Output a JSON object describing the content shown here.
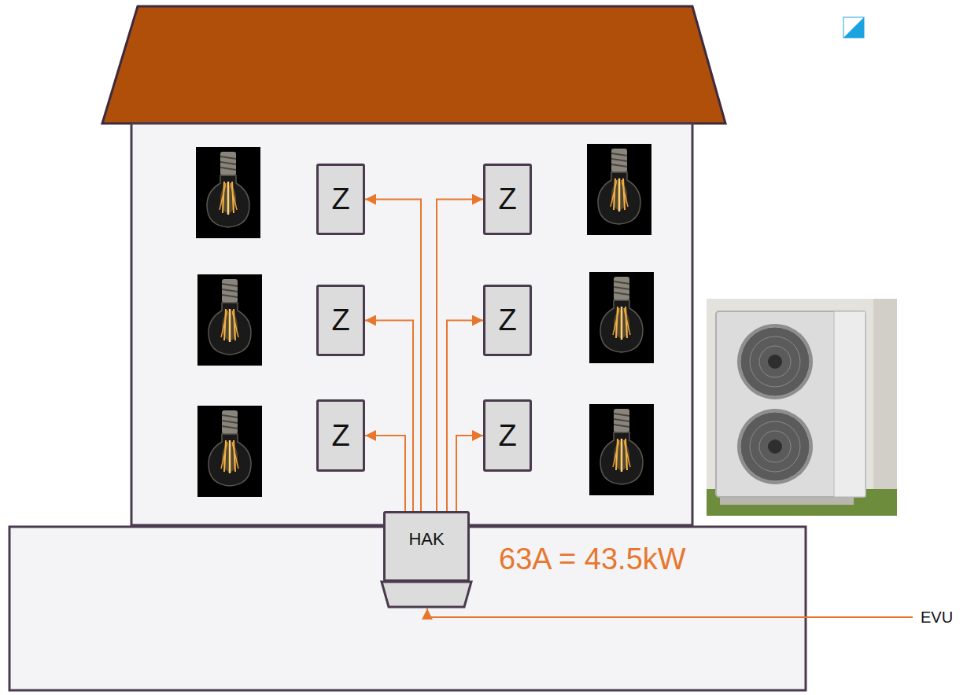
{
  "diagram": {
    "nodes": [
      {
        "text": [
          "Z"
        ]
      },
      {
        "text": [
          "Z"
        ]
      },
      {
        "text": [
          "Z"
        ]
      },
      {
        "text": [
          "Z"
        ]
      },
      {
        "text": [
          "Z"
        ]
      },
      {
        "text": [
          "Z"
        ]
      },
      {
        "text": [
          "HAK"
        ]
      }
    ],
    "edges": [
      {
        "from": 6,
        "to": 0,
        "arrow": "to"
      },
      {
        "from": 6,
        "to": 1,
        "arrow": "to"
      },
      {
        "from": 6,
        "to": 2,
        "arrow": "to"
      },
      {
        "from": 6,
        "to": 3,
        "arrow": "to"
      },
      {
        "from": 6,
        "to": 4,
        "arrow": "to"
      },
      {
        "from": 6,
        "to": 5,
        "arrow": "to"
      }
    ],
    "labels": [
      "63A = 43.5kW",
      "EVU"
    ]
  }
}
